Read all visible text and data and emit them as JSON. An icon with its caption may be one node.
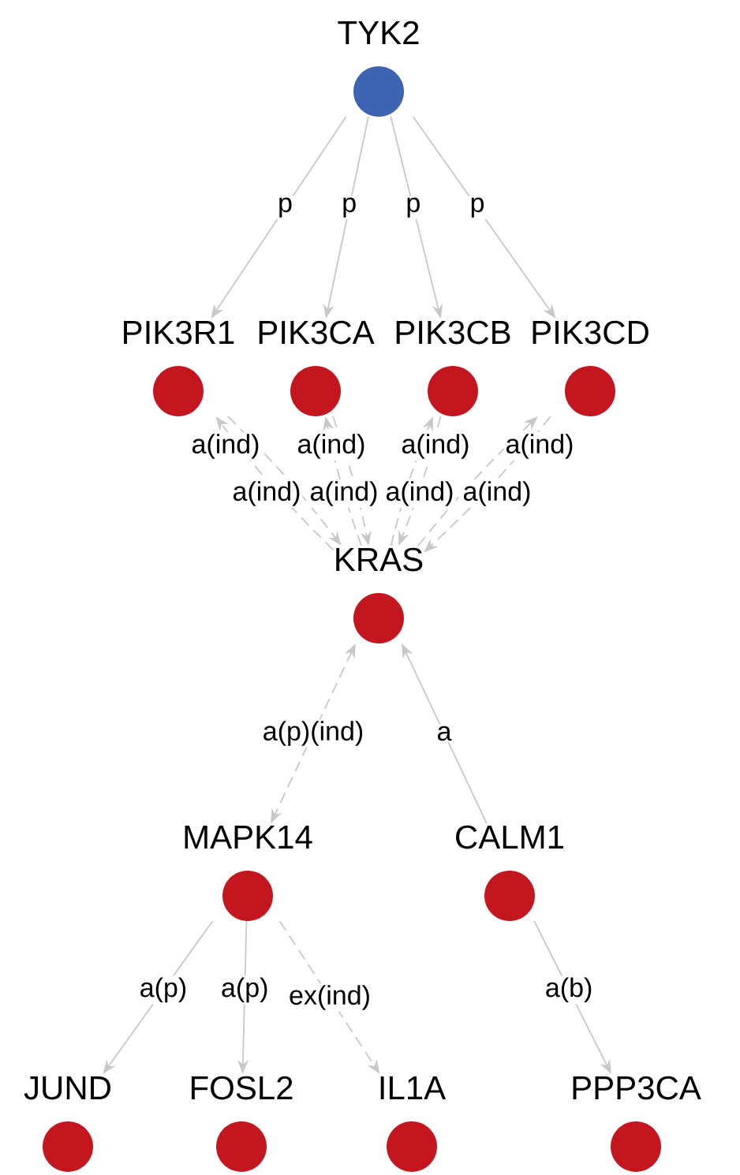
{
  "diagram": {
    "nodes": [
      {
        "text": [
          "TYK2"
        ]
      },
      {
        "text": [
          "PIK3R1"
        ]
      },
      {
        "text": [
          "PIK3CA"
        ]
      },
      {
        "text": [
          "PIK3CB"
        ]
      },
      {
        "text": [
          "PIK3CD"
        ]
      },
      {
        "text": [
          "KRAS"
        ]
      },
      {
        "text": [
          "MAPK14"
        ]
      },
      {
        "text": [
          "CALM1"
        ]
      },
      {
        "text": [
          "JUND"
        ]
      },
      {
        "text": [
          "FOSL2"
        ]
      },
      {
        "text": [
          "IL1A"
        ]
      },
      {
        "text": [
          "PPP3CA"
        ]
      }
    ],
    "edges": [
      {
        "from": 0,
        "to": 1,
        "arrow": "to",
        "label": "p"
      },
      {
        "from": 0,
        "to": 2,
        "arrow": "to",
        "label": "p"
      },
      {
        "from": 0,
        "to": 3,
        "arrow": "to",
        "label": "p"
      },
      {
        "from": 0,
        "to": 4,
        "arrow": "to",
        "label": "p"
      },
      {
        "from": 5,
        "to": 1,
        "arrow": "to",
        "label": "a(ind)",
        "style": "dashed"
      },
      {
        "from": 1,
        "to": 5,
        "arrow": "to",
        "label": "a(ind)",
        "style": "dashed"
      },
      {
        "from": 5,
        "to": 2,
        "arrow": "to",
        "label": "a(ind)",
        "style": "dashed"
      },
      {
        "from": 2,
        "to": 5,
        "arrow": "to",
        "label": "a(ind)",
        "style": "dashed"
      },
      {
        "from": 5,
        "to": 3,
        "arrow": "to",
        "label": "a(ind)",
        "style": "dashed"
      },
      {
        "from": 3,
        "to": 5,
        "arrow": "to",
        "label": "a(ind)",
        "style": "dashed"
      },
      {
        "from": 5,
        "to": 4,
        "arrow": "to",
        "label": "a(ind)",
        "style": "dashed"
      },
      {
        "from": 4,
        "to": 5,
        "arrow": "to",
        "label": "a(ind)",
        "style": "dashed"
      },
      {
        "from": 5,
        "to": 6,
        "arrow": "both",
        "label": "a(p)(ind)",
        "style": "dashed"
      },
      {
        "from": 7,
        "to": 5,
        "arrow": "to",
        "label": "a"
      },
      {
        "from": 6,
        "to": 8,
        "arrow": "to",
        "label": "a(p)"
      },
      {
        "from": 6,
        "to": 9,
        "arrow": "to",
        "label": "a(p)"
      },
      {
        "from": 6,
        "to": 10,
        "arrow": "to",
        "label": "ex(ind)",
        "style": "dashed"
      },
      {
        "from": 7,
        "to": 11,
        "arrow": "to",
        "label": "a(b)"
      }
    ]
  }
}
